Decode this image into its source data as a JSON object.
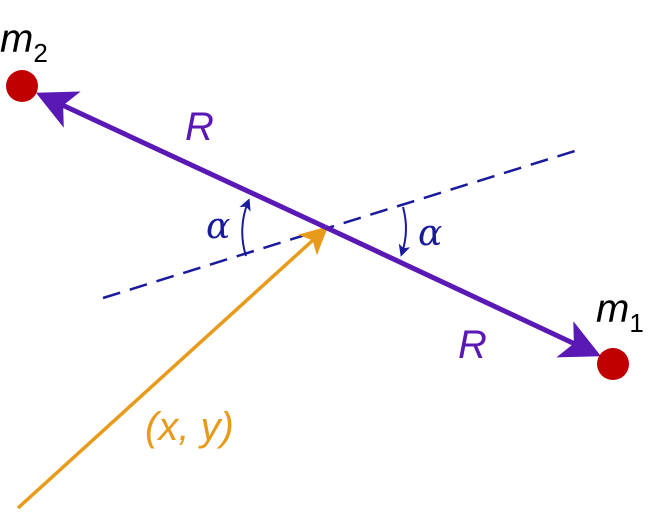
{
  "labels": {
    "m2": "m",
    "m2_sub": "2",
    "m1": "m",
    "m1_sub": "1",
    "r_upper": "R",
    "r_lower": "R",
    "alpha_left": "α",
    "alpha_right": "α",
    "position": "(x, y)"
  },
  "colors": {
    "mass": "#c00000",
    "separation": "#5a18b4",
    "axis": "#1a1a9c",
    "position": "#e89a1a",
    "angle": "#1a1a9c",
    "text": "#000000"
  }
}
